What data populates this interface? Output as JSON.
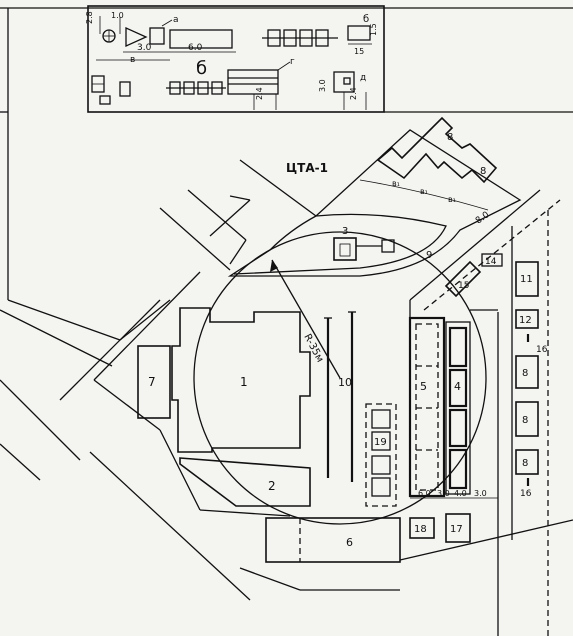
{
  "title": "ЦТА-1",
  "radius_label": "R-35м",
  "legend": {
    "big_letter": "б",
    "items": {
      "a": "а",
      "b": "б",
      "v": "в",
      "g": "г",
      "d": "д"
    },
    "dims": {
      "d28": "2.8",
      "d10": "1.0",
      "d30a": "3.0",
      "d60": "6.0",
      "d15": "1.5",
      "d15b": "15",
      "d30b": "3.0",
      "d24a": "2.4",
      "d24b": "2.4"
    }
  },
  "buildings": {
    "b1": "1",
    "b2": "2",
    "b3": "3",
    "b4": "4",
    "b5": "5",
    "b6": "6",
    "b7": "7",
    "b8a": "8",
    "b8b": "8",
    "b8c": "8",
    "b8d": "8",
    "b8e": "8",
    "b9": "9",
    "b10": "10",
    "b11": "11",
    "b12": "12",
    "b14": "14",
    "b15": "15",
    "b16a": "16",
    "b16b": "16",
    "b17": "17",
    "b18": "18",
    "b19": "19"
  },
  "pipe_labels": [
    "в₁",
    "в₁",
    "в₁"
  ],
  "dims": {
    "road_width": "8.0",
    "d60": "6.0",
    "d30": "3.0",
    "d40": "4.0",
    "d30b": "3.0"
  }
}
